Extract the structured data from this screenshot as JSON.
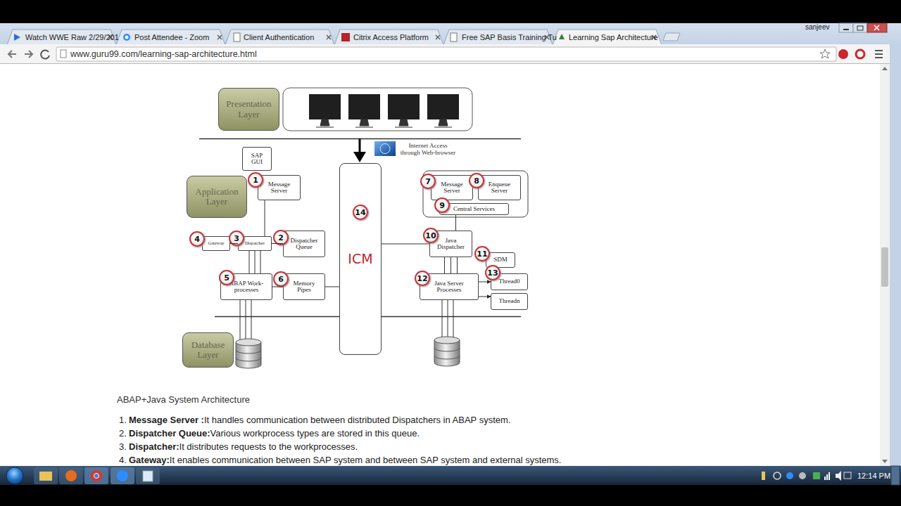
{
  "diagram": {
    "caption": "ABAP+Java System Architecture",
    "nodes": [
      {
        "text": [
          "Presentation Layer"
        ]
      },
      {
        "text": [
          "SAP GUI"
        ]
      },
      {
        "text": [
          "Message Server"
        ]
      },
      {
        "text": [
          "Application Layer"
        ]
      },
      {
        "text": [
          "Gateway"
        ]
      },
      {
        "text": [
          "Dispatcher"
        ]
      },
      {
        "text": [
          "Dispatcher Queue"
        ]
      },
      {
        "text": [
          "ABAP Work-processes"
        ]
      },
      {
        "text": [
          "Memory Pipes"
        ]
      },
      {
        "text": [
          "Database Layer"
        ]
      },
      {
        "text": [
          "ICM"
        ]
      },
      {
        "text": [
          "Message Server"
        ]
      },
      {
        "text": [
          "Enqueue Server"
        ]
      },
      {
        "text": [
          "Central Services"
        ]
      },
      {
        "text": [
          "Java Dispatcher"
        ]
      },
      {
        "text": [
          "SDM"
        ]
      },
      {
        "text": [
          "Java Server Processes"
        ]
      },
      {
        "text": [
          "Thread0"
        ]
      },
      {
        "text": [
          "Threadn"
        ]
      }
    ],
    "edges": [
      {
        "from": 2,
        "to": 5,
        "arrow": "none"
      },
      {
        "from": 4,
        "to": 5,
        "arrow": "none"
      },
      {
        "from": 5,
        "to": 6,
        "arrow": "none"
      },
      {
        "from": 5,
        "to": 7,
        "arrow": "none"
      },
      {
        "from": 7,
        "to": 8,
        "arrow": "none"
      },
      {
        "from": 8,
        "to": 10,
        "arrow": "none"
      },
      {
        "from": 10,
        "to": 14,
        "arrow": "none"
      },
      {
        "from": 13,
        "to": 14,
        "arrow": "none"
      },
      {
        "from": 14,
        "to": 16,
        "arrow": "none"
      },
      {
        "from": 16,
        "to": 17,
        "arrow": "to"
      },
      {
        "from": 16,
        "to": 18,
        "arrow": "to"
      }
    ],
    "labels": [
      "Watch WWE Raw 2/29/201",
      "Post Attendee - Zoom",
      "Client Authentication",
      "Citrix Access Platform",
      "Free SAP Basis Training Tu",
      "Learning Sap Architecture",
      "sanjeev",
      "www.guru99.com/learning-sap-architecture.html",
      "1",
      "2",
      "3",
      "4",
      "5",
      "6",
      "7",
      "8",
      "9",
      "10",
      "11",
      "12",
      "13",
      "14",
      "Internet Access through Web-browser",
      "1.",
      "Message Server :",
      "It handles communication between distributed Dispatchers in ABAP system.",
      "2.",
      "Dispatcher Queue:",
      "Various workprocess types are stored in this queue.",
      "3.",
      "Dispatcher:",
      "It distributes requests to the workprocesses.",
      "4.",
      "Gateway:",
      "It enables communication between SAP system and between SAP system and external systems.",
      "12:14 PM"
    ]
  }
}
